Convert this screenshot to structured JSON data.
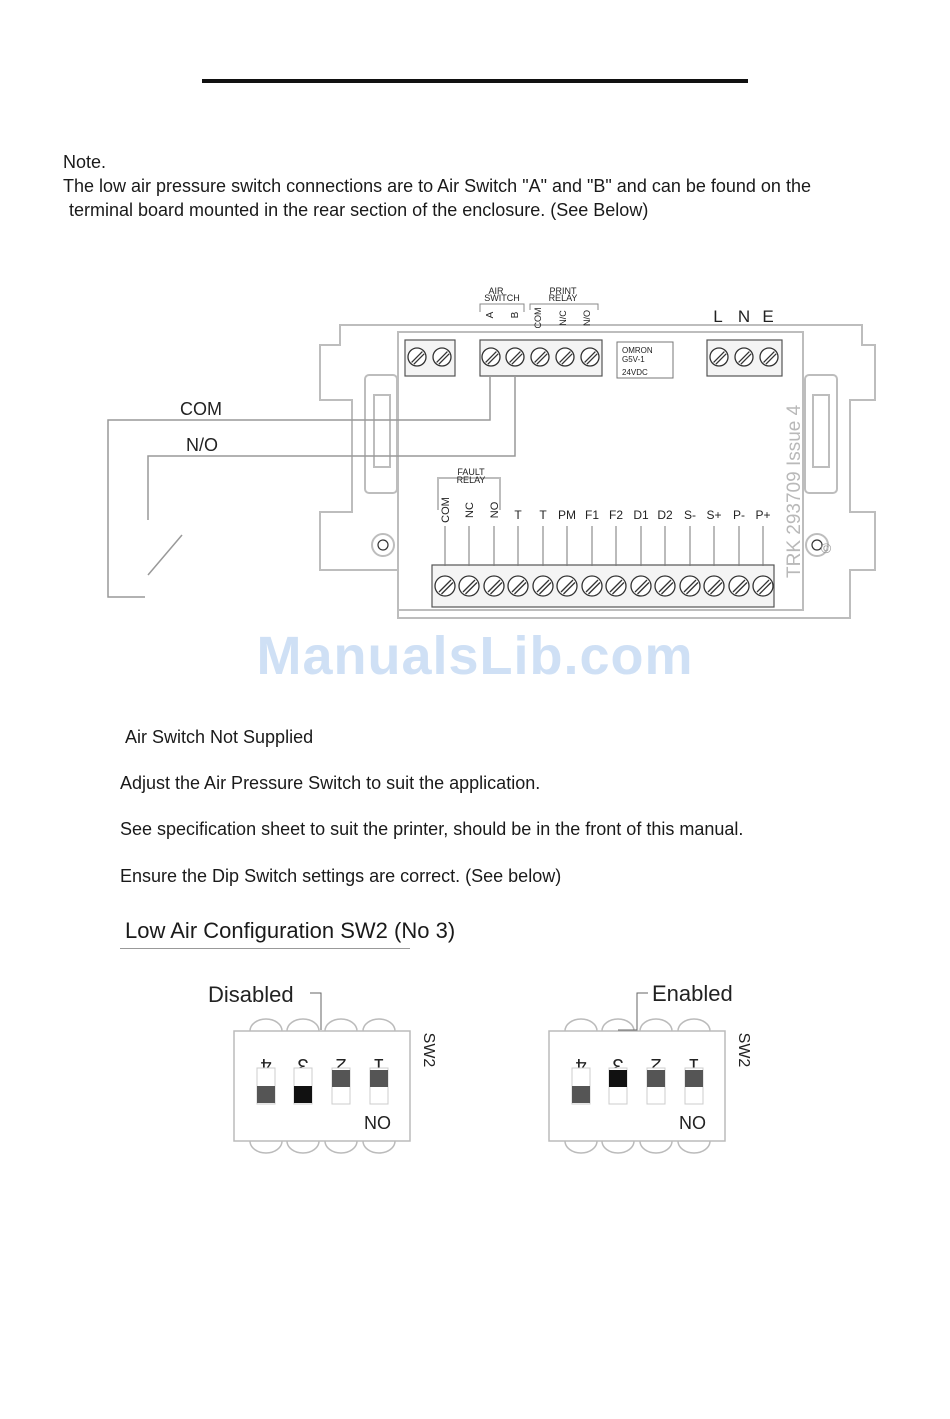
{
  "note": {
    "heading": "Note.",
    "line1": "The low air pressure switch connections are to Air Switch \"A\" and \"B\" and can be found on the",
    "line2": "terminal board mounted in the rear section of the enclosure. (See Below)"
  },
  "diagram": {
    "wire_com": "COM",
    "wire_no": "N/O",
    "air_switch_label_1": "AIR",
    "air_switch_label_2": "SWITCH",
    "air_a": "A",
    "air_b": "B",
    "print_relay_1": "PRINT",
    "print_relay_2": "RELAY",
    "print_pins": [
      "COM",
      "N/C",
      "N/O"
    ],
    "relay_box": [
      "OMRON",
      "G5V-1",
      "24VDC"
    ],
    "power": [
      "L",
      "N",
      "E"
    ],
    "fault_relay_1": "FAULT",
    "fault_relay_2": "RELAY",
    "bottom_pins": [
      "COM",
      "NC",
      "NO",
      "T",
      "T",
      "PM",
      "F1",
      "F2",
      "D1",
      "D2",
      "S-",
      "S+",
      "P-",
      "P+"
    ],
    "side_text": "TRK 293709 Issue 4",
    "copyright": "©"
  },
  "watermark": "ManualsLib.com",
  "paragraphs": {
    "p1": "Air Switch Not Supplied",
    "p2": "Adjust the Air Pressure Switch to suit the application.",
    "p3": "See specification sheet to suit the printer, should be in the front of this manual.",
    "p4": "Ensure the Dip Switch settings are correct. (See below)"
  },
  "config_title": "Low Air Configuration SW2 (No 3)",
  "dip": {
    "disabled_label": "Disabled",
    "enabled_label": "Enabled",
    "numbers": [
      "4",
      "3",
      "2",
      "1"
    ],
    "sw_label": "SW2",
    "no_label": "NO"
  }
}
